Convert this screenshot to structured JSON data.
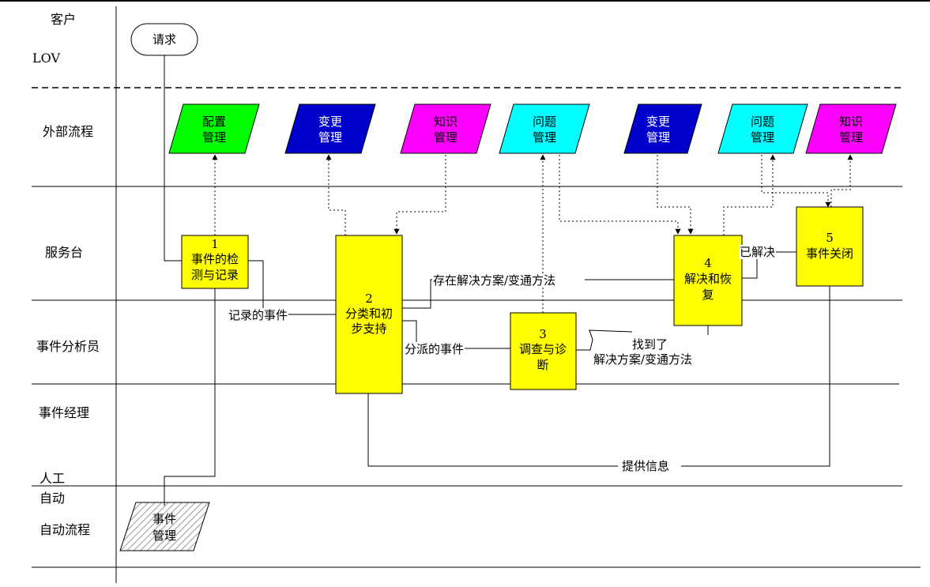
{
  "lanes": [
    {
      "id": "customer",
      "label": "客户"
    },
    {
      "id": "lov",
      "label": "LOV"
    },
    {
      "id": "external",
      "label": "外部流程"
    },
    {
      "id": "service_desk",
      "label": "服务台"
    },
    {
      "id": "analyst",
      "label": "事件分析员"
    },
    {
      "id": "manager",
      "label": "事件经理"
    },
    {
      "id": "manual",
      "label": "人工"
    },
    {
      "id": "auto",
      "label": "自动"
    },
    {
      "id": "auto_flow",
      "label": "自动流程"
    }
  ],
  "start": {
    "label": "请求"
  },
  "external_processes": [
    {
      "id": "config_mgmt",
      "lines": [
        "配置",
        "管理"
      ],
      "color": "#00ff00"
    },
    {
      "id": "change_mgmt_1",
      "lines": [
        "变更",
        "管理"
      ],
      "color": "#0000cc"
    },
    {
      "id": "knowledge_mgmt_1",
      "lines": [
        "知识",
        "管理"
      ],
      "color": "#ff00ff"
    },
    {
      "id": "problem_mgmt_1",
      "lines": [
        "问题",
        "管理"
      ],
      "color": "#00ffff"
    },
    {
      "id": "change_mgmt_2",
      "lines": [
        "变更",
        "管理"
      ],
      "color": "#0000cc"
    },
    {
      "id": "problem_mgmt_2",
      "lines": [
        "问题",
        "管理"
      ],
      "color": "#00ffff"
    },
    {
      "id": "knowledge_mgmt_2",
      "lines": [
        "知识",
        "管理"
      ],
      "color": "#ff00ff"
    }
  ],
  "steps": [
    {
      "id": "step1",
      "lines": [
        "1",
        "事件的检",
        "测与记录"
      ]
    },
    {
      "id": "step2",
      "lines": [
        "2",
        "分类和初",
        "步支持"
      ]
    },
    {
      "id": "step3",
      "lines": [
        "3",
        "调查与诊",
        "断"
      ]
    },
    {
      "id": "step4",
      "lines": [
        "4",
        "解决和恢",
        "复"
      ]
    },
    {
      "id": "step5",
      "lines": [
        "5",
        "事件关闭"
      ]
    }
  ],
  "auto_process": {
    "lines": [
      "事件",
      "管理"
    ]
  },
  "edge_labels": {
    "recorded_incident": "记录的事件",
    "has_solution": "存在解决方案/变通方法",
    "assigned_incident": "分派的事件",
    "found_line1": "找到了",
    "found_line2": "解决方案/变通方法",
    "resolved": "已解决",
    "provide_info": "提供信息"
  },
  "colors": {
    "step_fill": "#ffff00",
    "auto_hatch": "#999999"
  }
}
